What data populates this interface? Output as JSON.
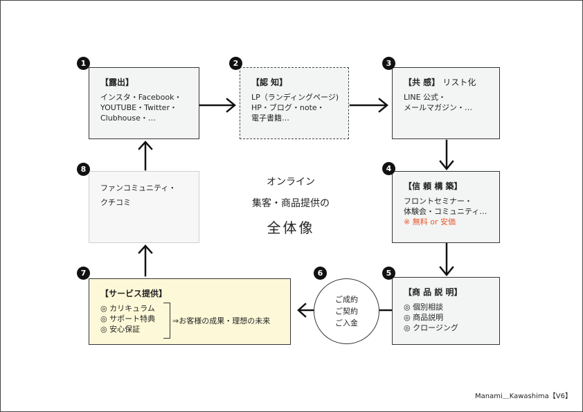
{
  "center": {
    "line1": "オンライン",
    "line2": "集客・商品提供の",
    "line3": "全体像"
  },
  "steps": [
    {
      "number": "1",
      "title": "【露出】",
      "lines": [
        "インスタ・Facebook・",
        "YOUTUBE・Twitter・",
        "Clubhouse・…"
      ]
    },
    {
      "number": "2",
      "title": "【認 知】",
      "lines": [
        "LP（ランディングページ)",
        "HP・ブログ・note・",
        "電子書籍…"
      ]
    },
    {
      "number": "3",
      "title": "【共 感】",
      "title_suffix": "リスト化",
      "lines": [
        "LINE 公式・",
        "メールマガジン・…"
      ]
    },
    {
      "number": "4",
      "title": "【信 頼 構 築】",
      "lines": [
        "フロントセミナー・",
        "体験会・コミュニティ…"
      ],
      "accent_line": "※ 無料 or 安価"
    },
    {
      "number": "5",
      "title": "【商 品 説 明】",
      "lines": [
        "◎ 個別相談",
        "◎ 商品説明",
        "◎ クロージング"
      ]
    },
    {
      "number": "6",
      "lines": [
        "ご成約",
        "ご契約",
        "ご入金"
      ]
    },
    {
      "number": "7",
      "title": "【サービス提供】",
      "lines": [
        "◎ カリキュラム",
        "◎ サポート特典",
        "◎ 安心保証"
      ],
      "outcome": "⇒お客様の成果・理想の未来"
    },
    {
      "number": "8",
      "lines": [
        "ファンコミュニティ・",
        "クチコミ"
      ]
    }
  ],
  "credit": "Manami＿Kawashima【V6】",
  "colors": {
    "accent": "#e6582c",
    "box_fill": "#f3f4f4",
    "box7_fill": "#fdf9d8",
    "badge": "#111111"
  }
}
